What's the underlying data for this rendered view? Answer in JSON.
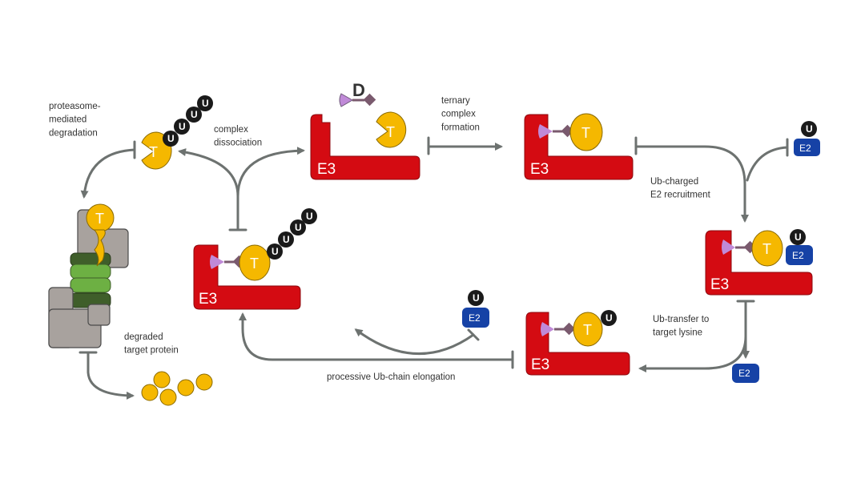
{
  "colors": {
    "e3": "#d40b12",
    "target": "#f5b800",
    "ubiquitin": "#1a1a1a",
    "e2": "#1642a6",
    "ligand": "#c08ad8",
    "linker": "#7a5a6e",
    "proteasome_gray": "#a8a29e",
    "proteasome_green": "#6db043",
    "proteasome_dark_green": "#3f5e2a",
    "arrow": "#6d7270"
  },
  "glyphs": {
    "e3": "E3",
    "target": "T",
    "ub": "U",
    "e2": "E2",
    "degrader": "D"
  },
  "labels": {
    "proteasome": "proteasome-\nmediated\ndegradation",
    "dissociation": "complex\ndissociation",
    "ternary": "ternary\ncomplex\nformation",
    "recruitment": "Ub-charged\nE2 recruitment",
    "transfer": "Ub-transfer to\ntarget lysine",
    "elongation": "processive Ub-chain elongation",
    "degraded": "degraded\ntarget protein"
  }
}
